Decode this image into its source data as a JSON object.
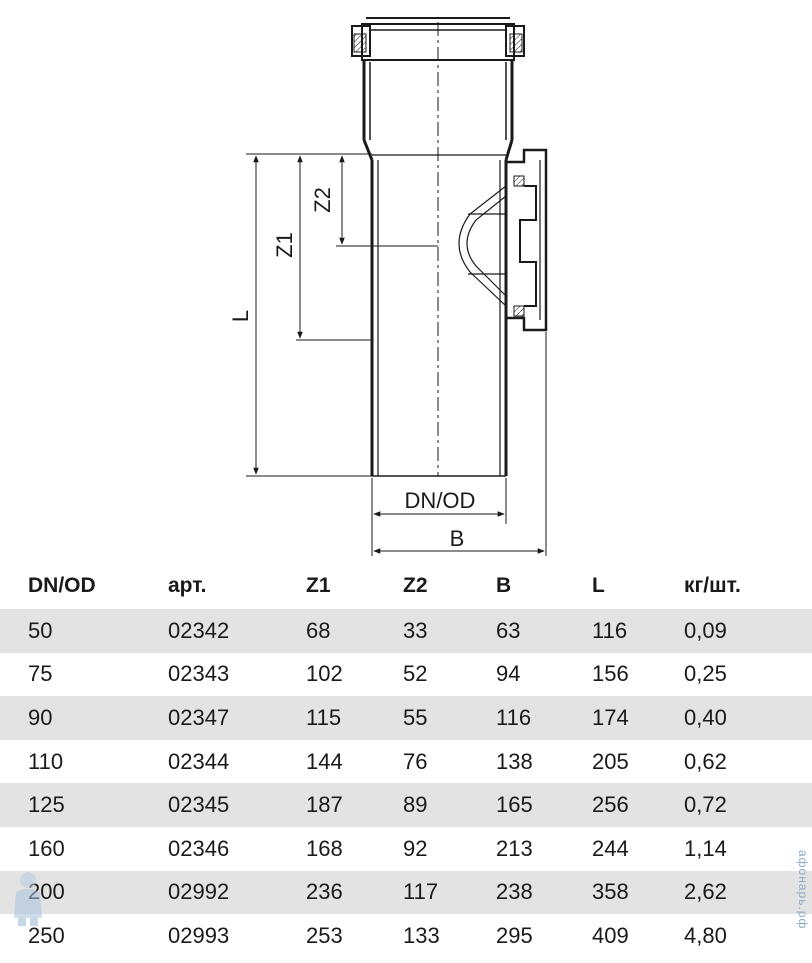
{
  "drawing": {
    "dims": {
      "z2": "Z2",
      "z1": "Z1",
      "l": "L",
      "dn_od": "DN/OD",
      "b": "B"
    }
  },
  "table": {
    "headers": [
      "DN/OD",
      "арт.",
      "Z1",
      "Z2",
      "B",
      "L",
      "кг/шт."
    ],
    "rows": [
      [
        "50",
        "02342",
        "68",
        "33",
        "63",
        "116",
        "0,09"
      ],
      [
        "75",
        "02343",
        "102",
        "52",
        "94",
        "156",
        "0,25"
      ],
      [
        "90",
        "02347",
        "115",
        "55",
        "116",
        "174",
        "0,40"
      ],
      [
        "110",
        "02344",
        "144",
        "76",
        "138",
        "205",
        "0,62"
      ],
      [
        "125",
        "02345",
        "187",
        "89",
        "165",
        "256",
        "0,72"
      ],
      [
        "160",
        "02346",
        "168",
        "92",
        "213",
        "244",
        "1,14"
      ],
      [
        "200",
        "02992",
        "236",
        "117",
        "238",
        "358",
        "2,62"
      ],
      [
        "250",
        "02993",
        "253",
        "133",
        "295",
        "409",
        "4,80"
      ]
    ]
  },
  "watermark": {
    "text": "афонарь.рф",
    "logo_icon": "plumber-mascot-icon"
  },
  "colors": {
    "row_shade": "#e3e3e3",
    "line": "#1a1a1a",
    "watermark": "#8aa9c8"
  }
}
